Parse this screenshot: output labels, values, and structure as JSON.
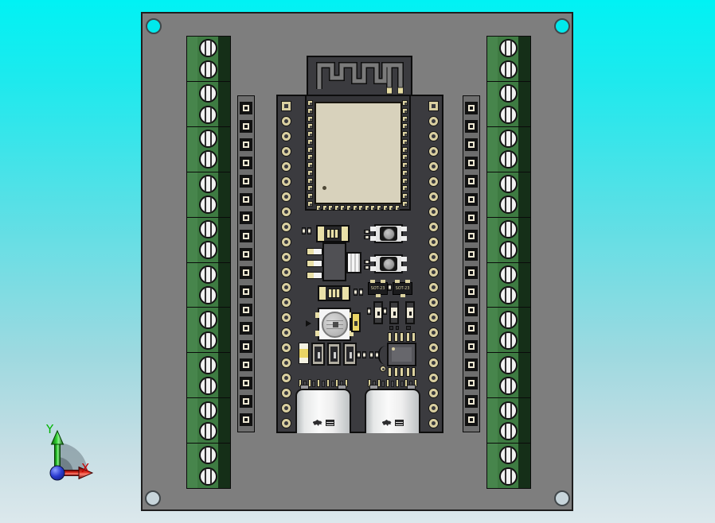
{
  "viewport": {
    "background_top_color": "#00F2F4",
    "background_bottom_color": "#DCE8EC"
  },
  "axis_triad": {
    "y_label": "Y",
    "x_label": "X",
    "y_color": "#00B400",
    "x_color": "#C40000",
    "origin_sphere_color": "#2A3AD0",
    "arc_color": "#6E7E86"
  },
  "base_board": {
    "color": "#7E7E7E",
    "mounting_hole_count": 4,
    "hole_fill_top": "#00E9EC",
    "hole_fill_bottom": "#C7D5DB"
  },
  "terminal_blocks": {
    "blocks": 2,
    "modules_per_block": 10,
    "screws_per_module": 2,
    "positions_per_block": 20,
    "body_color": "#3E7B42",
    "dark_strip_color": "#152F18",
    "screw_color": "#F1F1F1"
  },
  "pin_headers": {
    "strips": 2,
    "pins_per_strip": 18,
    "strip_color": "#6E6E6E"
  },
  "esp_board": {
    "pcb_color": "#3B3B3F",
    "pads_per_column": 22,
    "module": {
      "shield_color": "#D8D2BC",
      "side_castellations": 14,
      "bottom_castellations": 14,
      "antenna_trace_color": "#7A7A7A"
    },
    "markings": {
      "sot23": "SOT-23"
    },
    "buttons": 2,
    "soic_leads_per_row": 5,
    "usb": {
      "ports": 2,
      "pins_per_port": 11
    }
  }
}
